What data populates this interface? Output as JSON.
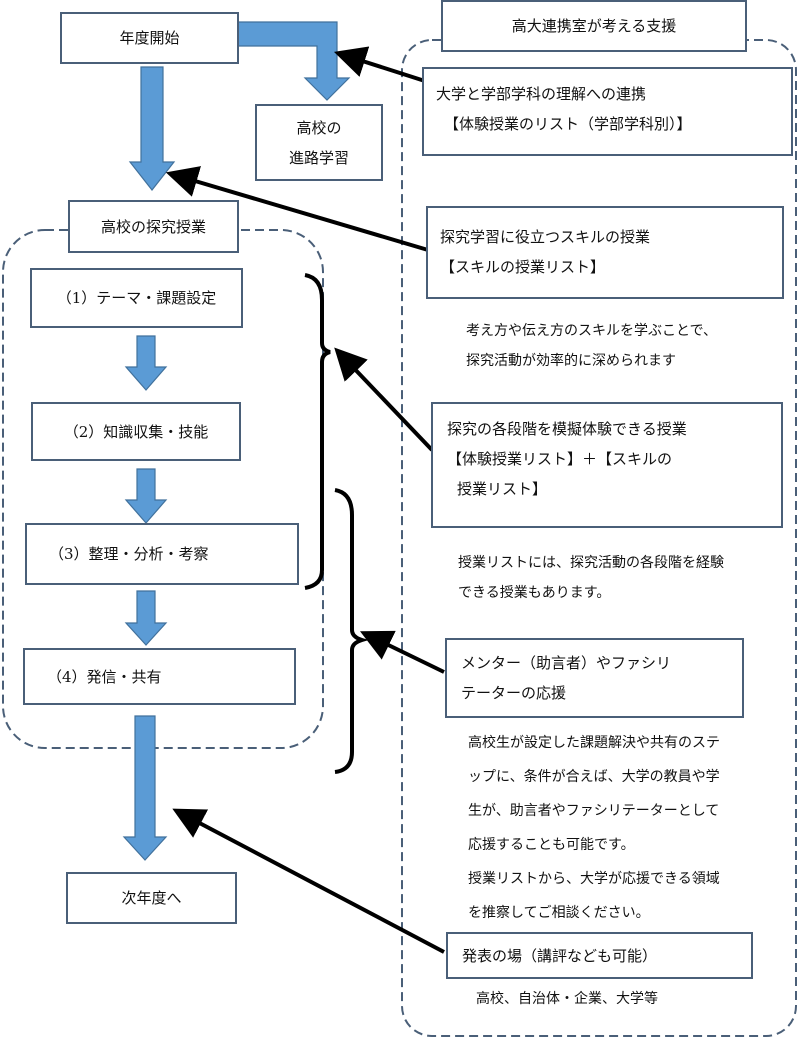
{
  "left_flow": {
    "start": "年度開始",
    "career_box": [
      "高校の",
      "進路学習"
    ],
    "inquiry_group_label": "高校の探究授業",
    "steps": [
      "（1）テーマ・課題設定",
      "（2）知識収集・技能",
      "（3）整理・分析・考察",
      "（4）発信・共有"
    ],
    "end": "次年度へ"
  },
  "support": {
    "group_label": "高大連携室が考える支援",
    "items": [
      {
        "title_lines": [
          "大学と学部学科の理解への連携",
          "【体験授業のリスト（学部学科別）】"
        ],
        "note_lines": []
      },
      {
        "title_lines": [
          "探究学習に役立つスキルの授業",
          "【スキルの授業リスト】"
        ],
        "note_lines": [
          "考え方や伝え方のスキルを学ぶことで、",
          "探究活動が効率的に深められます"
        ]
      },
      {
        "title_lines": [
          "探究の各段階を模擬体験できる授業",
          "【体験授業リスト】＋【スキルの",
          "授業リスト】"
        ],
        "note_lines": [
          "授業リストには、探究活動の各段階を経験",
          "できる授業もあります。"
        ]
      },
      {
        "title_lines": [
          "メンター（助言者）やファシリ",
          "テーターの応援"
        ],
        "note_lines": [
          "高校生が設定した課題解決や共有のステ",
          "ップに、条件が合えば、大学の教員や学",
          "生が、助言者やファシリテーターとして",
          "応援することも可能です。",
          "授業リストから、大学が応援できる領域",
          "を推察してご相談ください。"
        ]
      },
      {
        "title_lines": [
          "発表の場（講評なども可能）"
        ],
        "note_lines": [
          "高校、自治体・企業、大学等"
        ]
      }
    ]
  },
  "colors": {
    "flow_arrow": "#5b9bd5",
    "box_border": "#4a5f78",
    "dashed_border": "#4a5f78",
    "pointer_arrow": "#000000"
  }
}
